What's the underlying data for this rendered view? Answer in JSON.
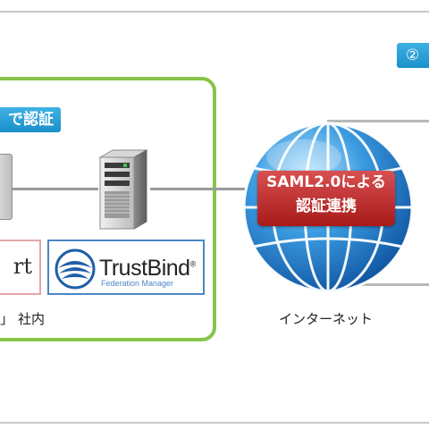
{
  "diagram": {
    "auth_tab": "で認証",
    "step_tab": "②",
    "logo_left_text": "rt",
    "trustbind": {
      "name": "TrustBind",
      "reg_mark": "®",
      "subtitle": "Federation Manager"
    },
    "corp_label": "社内",
    "internet_label": "インターネット",
    "saml": {
      "line1": "SAML2.0による",
      "line2": "認証連携"
    }
  },
  "colors": {
    "corp_border": "#88c34a",
    "tab_blue": "#1a8fcb",
    "saml_red": "#a81a1a",
    "globe_blue": "#1f7dc8"
  }
}
